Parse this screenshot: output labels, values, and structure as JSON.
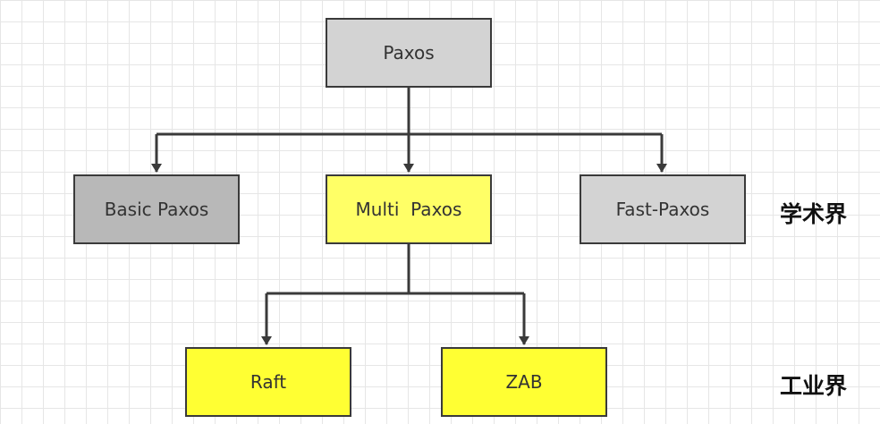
{
  "nodes": {
    "paxos": {
      "label": "Paxos",
      "fill": "#d3d3d3"
    },
    "basic_paxos": {
      "label": "Basic Paxos",
      "fill": "#b8b8b8"
    },
    "multi_paxos": {
      "label": "Multi  Paxos",
      "fill": "#ffff66"
    },
    "fast_paxos": {
      "label": "Fast-Paxos",
      "fill": "#d3d3d3"
    },
    "raft": {
      "label": "Raft",
      "fill": "#ffff33"
    },
    "zab": {
      "label": "ZAB",
      "fill": "#ffff33"
    }
  },
  "tiers": {
    "academic": "学术界",
    "industry": "工业界"
  },
  "colors": {
    "edge": "#3a3a3a",
    "grid": "#e6e6e6"
  }
}
